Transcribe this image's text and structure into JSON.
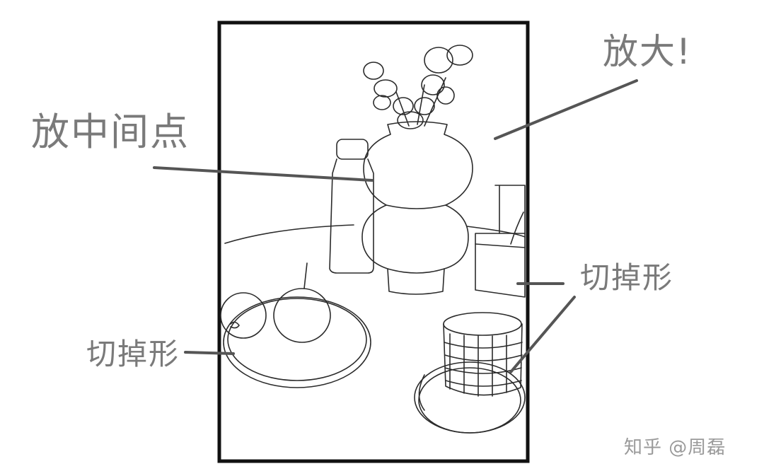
{
  "annotations": {
    "zoom": "放大!",
    "center": "放中间点",
    "cut_right": "切掉形",
    "cut_left": "切掉形"
  },
  "watermark": "知乎 @周磊",
  "colors": {
    "frame": "#111111",
    "sketch": "#2b2b2b",
    "annotation": "#7a7a7a",
    "pointer": "#555555"
  }
}
